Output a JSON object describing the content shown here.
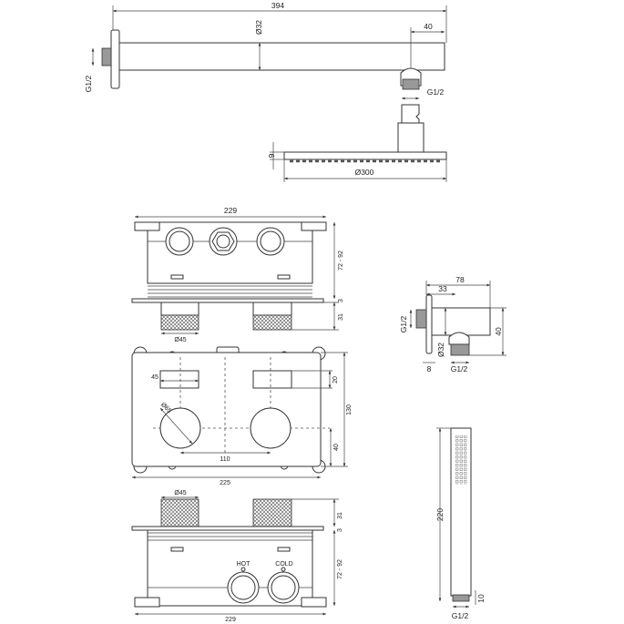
{
  "shower_arm": {
    "length": "394",
    "diameter": "Ø32",
    "outlet_offset": "40",
    "wall_thread": "G1/2",
    "outlet_thread": "G1/2"
  },
  "shower_head": {
    "thickness": "9",
    "diameter": "Ø300"
  },
  "valve_top_view": {
    "width": "229",
    "depth": "72 - 92",
    "plate": "3",
    "handle_height": "31",
    "handle_diameter": "Ø45"
  },
  "valve_front_view": {
    "slot_width": "45",
    "slot_height": "20",
    "knob_diameter": "Ø65",
    "knob_spacing": "110",
    "knob_offset": "40",
    "height": "130",
    "width": "225"
  },
  "valve_bottom_view": {
    "handle_diameter": "Ø45",
    "handle_height": "31",
    "plate": "3",
    "depth": "72 - 92",
    "width": "229",
    "hot_label": "HOT",
    "cold_label": "COLD"
  },
  "wall_outlet": {
    "length": "78",
    "outlet_position": "33",
    "height": "40",
    "wall_thread": "G1/2",
    "diameter": "Ø32",
    "flange": "8",
    "outlet_thread": "G1/2"
  },
  "hand_shower": {
    "length": "220",
    "thread_height": "10",
    "thread": "G1/2"
  }
}
